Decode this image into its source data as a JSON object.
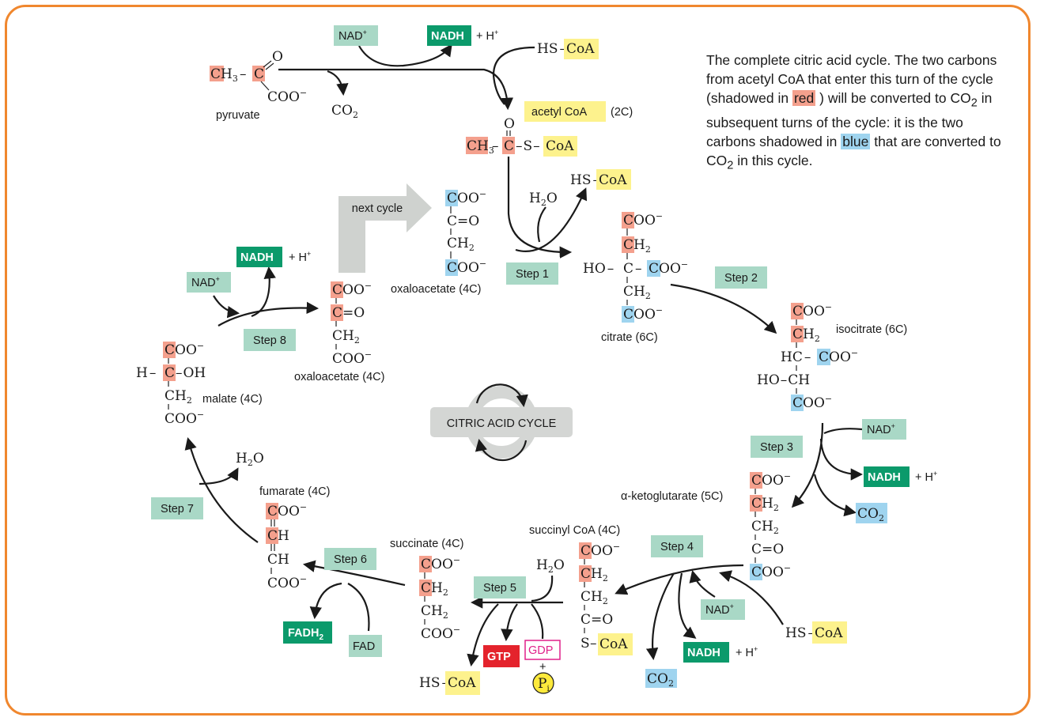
{
  "caption": {
    "part1": "The complete citric acid cycle. The two carbons from acetyl CoA that enter this turn of the cycle (shadowed in ",
    "red": "red",
    "part2": " ) will be converted to CO",
    "sub2": "2",
    "part3": " in subsequent turns of the cycle: it is the two carbons shadowed in ",
    "blue": "blue",
    "part4": " that are converted to CO",
    "sub4": "2",
    "part5": " in this cycle."
  },
  "center": {
    "label": "CITRIC ACID CYCLE"
  },
  "next_cycle": "next cycle",
  "steps": [
    "Step 1",
    "Step 2",
    "Step 3",
    "Step 4",
    "Step 5",
    "Step 6",
    "Step 7",
    "Step 8"
  ],
  "molecules": {
    "pyruvate": "pyruvate",
    "acetyl_coa": "acetyl CoA",
    "acetyl_coa_count": "(2C)",
    "oxaloacetate_top": "oxaloacetate (4C)",
    "oxaloacetate_left": "oxaloacetate (4C)",
    "citrate": "citrate (6C)",
    "isocitrate": "isocitrate (6C)",
    "alpha_ketoglutarate": "α-ketoglutarate (5C)",
    "succinyl_coa": "succinyl CoA (4C)",
    "succinate": "succinate (4C)",
    "fumarate": "fumarate (4C)",
    "malate": "malate (4C)"
  },
  "cofactors": {
    "nad": "NAD",
    "nad_sup": "+",
    "nadh": "NADH",
    "h_plus": "+ H",
    "h_sup": "+",
    "hs": "HS",
    "coa": "CoA",
    "co": "CO",
    "h2o_h": "H",
    "h2o_o": "O",
    "two": "2",
    "gtp": "GTP",
    "gdp": "GDP",
    "plus": "+",
    "pi": "P",
    "pi_sub": "i",
    "fad": "FAD",
    "fadh": "FADH",
    "s_coa_s": "S",
    "dash": "–"
  },
  "groups": {
    "coo": "COO",
    "minus": "−",
    "c": "C",
    "ch": "CH",
    "ch2": "CH",
    "ch3": "CH",
    "sub2": "2",
    "sub3": "3",
    "o": "O",
    "oh": "OH",
    "ho": "HO",
    "h": "H",
    "hc": "HC",
    "eq_o": "=O"
  },
  "colors": {
    "frame": "#f0872e",
    "red_highlight": "#f4a08d",
    "blue_highlight": "#9fd4ef",
    "yellow_highlight": "#fdf28d",
    "teal_label": "#a9d8c6",
    "green_label": "#0b9a6b",
    "gtp": "#e4232c",
    "gdp": "#e0218a",
    "center_ring": "#d4d6d4"
  }
}
